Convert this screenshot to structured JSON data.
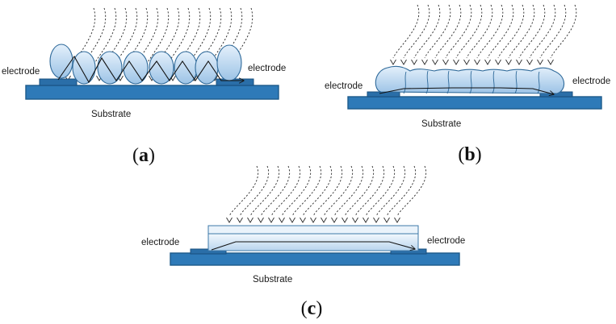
{
  "colors": {
    "substrate": "#2e7ab8",
    "electrode": "#2a6ea8",
    "grain_fill": "#bcd7ef",
    "film_fill": "#d6e7f6"
  },
  "panels": [
    {
      "id": "a",
      "caption_open": "(",
      "caption_letter": "a",
      "caption_close": ")",
      "electrode_left": "electrode",
      "electrode_right": "electrode",
      "substrate": "Substrate"
    },
    {
      "id": "b",
      "caption_open": "(",
      "caption_letter": "b",
      "caption_close": ")",
      "electrode_left": "electrode",
      "electrode_right": "electrode",
      "substrate": "Substrate"
    },
    {
      "id": "c",
      "caption_open": "(",
      "caption_letter": "c",
      "caption_close": ")",
      "electrode_left": "electrode",
      "electrode_right": "electrode",
      "substrate": "Substrate"
    }
  ]
}
